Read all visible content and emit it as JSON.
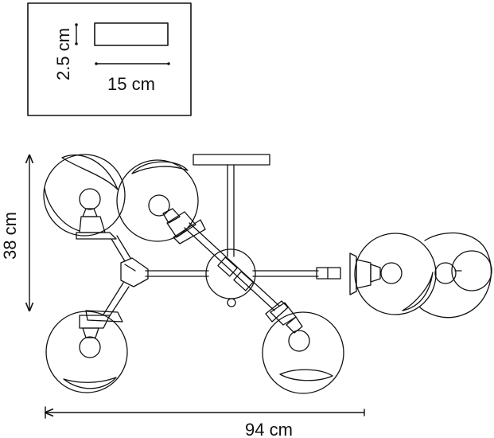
{
  "canopy_box": {
    "height_label": "2.5 cm",
    "width_label": "15 cm"
  },
  "dimensions": {
    "height_label": "38 cm",
    "width_label": "94 cm"
  },
  "colors": {
    "line": "#111111",
    "background": "#ffffff"
  }
}
